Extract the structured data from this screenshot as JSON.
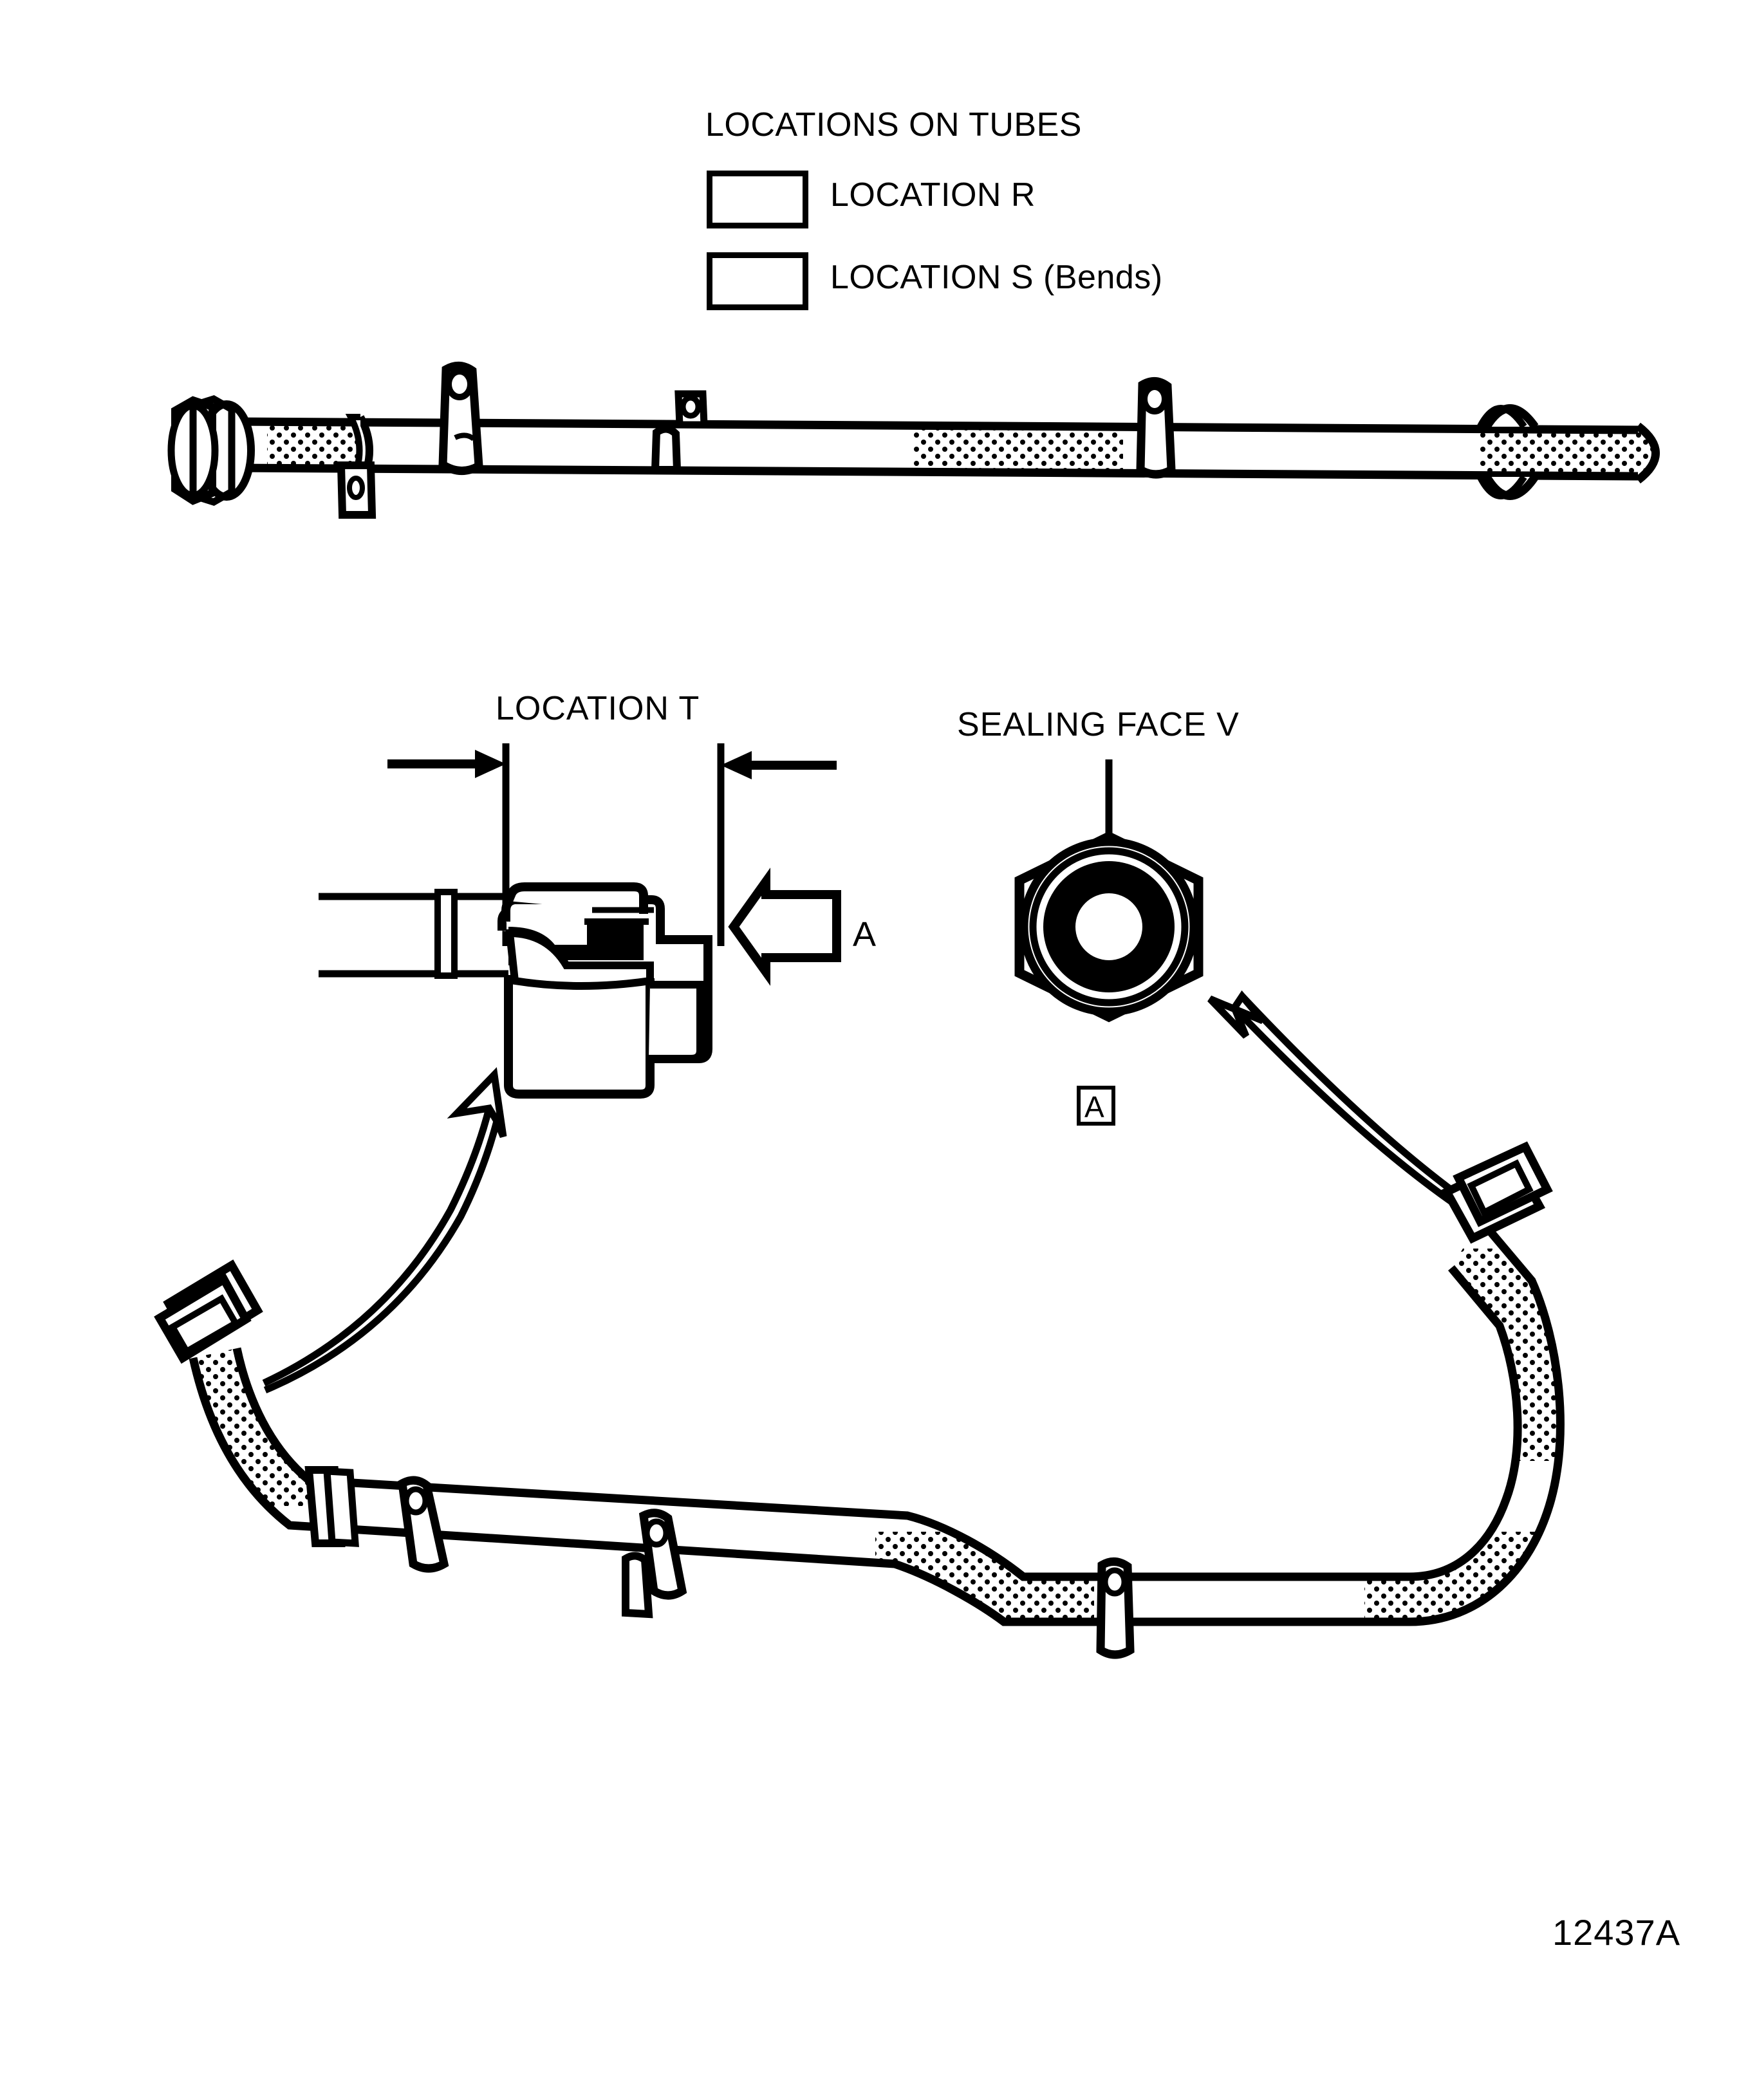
{
  "diagram": {
    "drawing_number": "12437A",
    "background_color": "#ffffff",
    "line_color": "#000000"
  },
  "legend": {
    "title": "LOCATIONS ON TUBES",
    "items": [
      {
        "swatch": "plain",
        "label": "LOCATION R"
      },
      {
        "swatch": "stippled",
        "label": "LOCATION S (Bends)"
      }
    ]
  },
  "annotations": {
    "location_t": "LOCATION T",
    "sealing_face": "SEALING FACE V",
    "view_arrow": "A",
    "section_marker": "A"
  },
  "parts": {
    "straight_tube": {
      "name": "straight tube assembly",
      "end_fittings": [
        "hex-nut-left",
        "collar-right"
      ],
      "clamp_count": 3,
      "bracket_count": 2,
      "bend_segments": 3
    },
    "curved_tube": {
      "name": "curved tube assembly",
      "end_fittings": [
        "hex-fitting-left",
        "hex-fitting-right"
      ],
      "clamp_count": 4,
      "bend_segments": 4
    },
    "connector_detail": {
      "name": "tube connector end detail",
      "dimension_label": "LOCATION T"
    },
    "nut_detail": {
      "name": "hex nut face-on view",
      "callout": "SEALING FACE V"
    }
  }
}
